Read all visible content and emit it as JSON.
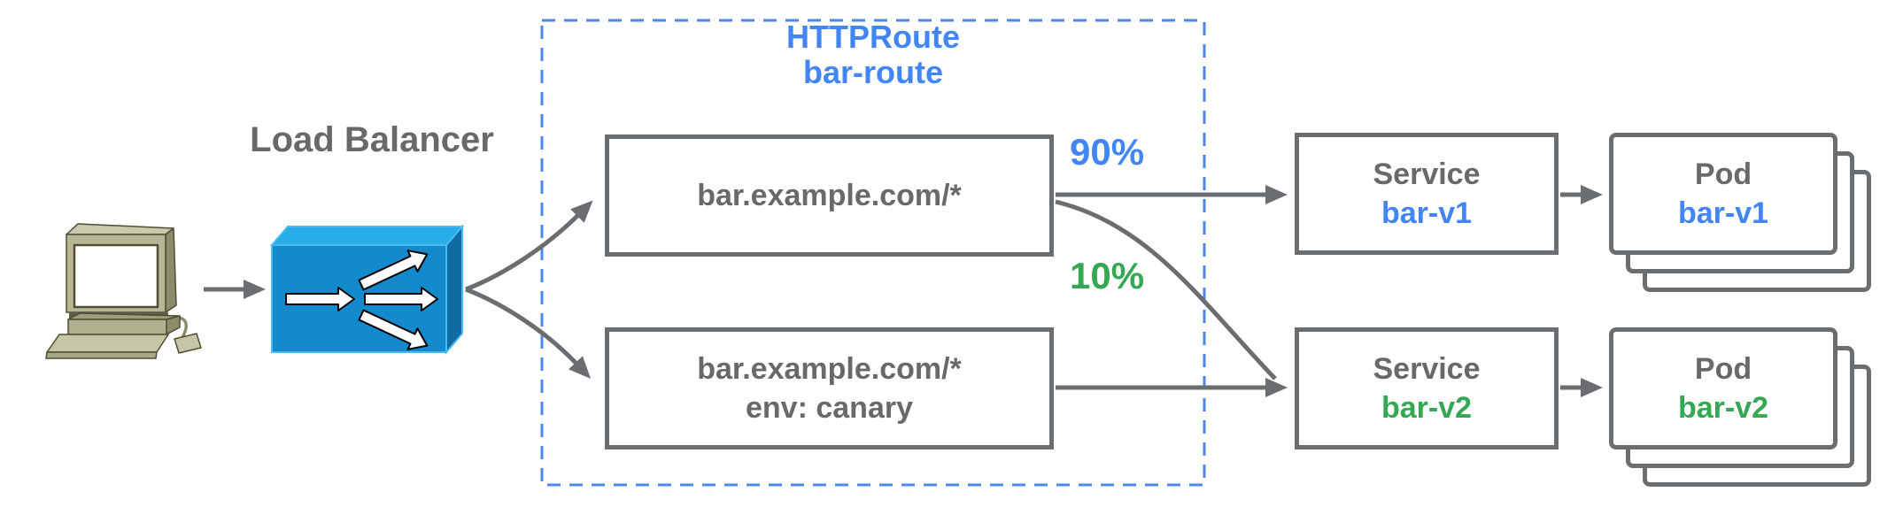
{
  "colors": {
    "text_gray": "#67696b",
    "line_gray": "#6b6e70",
    "accent_blue": "#4285f4",
    "accent_green": "#34a853",
    "dashed_border_blue": "#4d86ec",
    "lb_front_blue": "#1489cb",
    "lb_top_blue": "#27aee8",
    "lb_side_blue": "#0e6ca3",
    "client_khaki": "#b7b795"
  },
  "load_balancer": {
    "label": "Load Balancer"
  },
  "httproute": {
    "kind": "HTTPRoute",
    "name": "bar-route",
    "rule_top": {
      "match": "bar.example.com/*"
    },
    "rule_bottom": {
      "match": "bar.example.com/*",
      "header_match": "env: canary"
    },
    "split_top": "90%",
    "split_bottom": "10%"
  },
  "services": {
    "top": {
      "kind": "Service",
      "name": "bar-v1"
    },
    "bottom": {
      "kind": "Service",
      "name": "bar-v2"
    }
  },
  "pods": {
    "top": {
      "kind": "Pod",
      "name": "bar-v1"
    },
    "bottom": {
      "kind": "Pod",
      "name": "bar-v2"
    }
  }
}
